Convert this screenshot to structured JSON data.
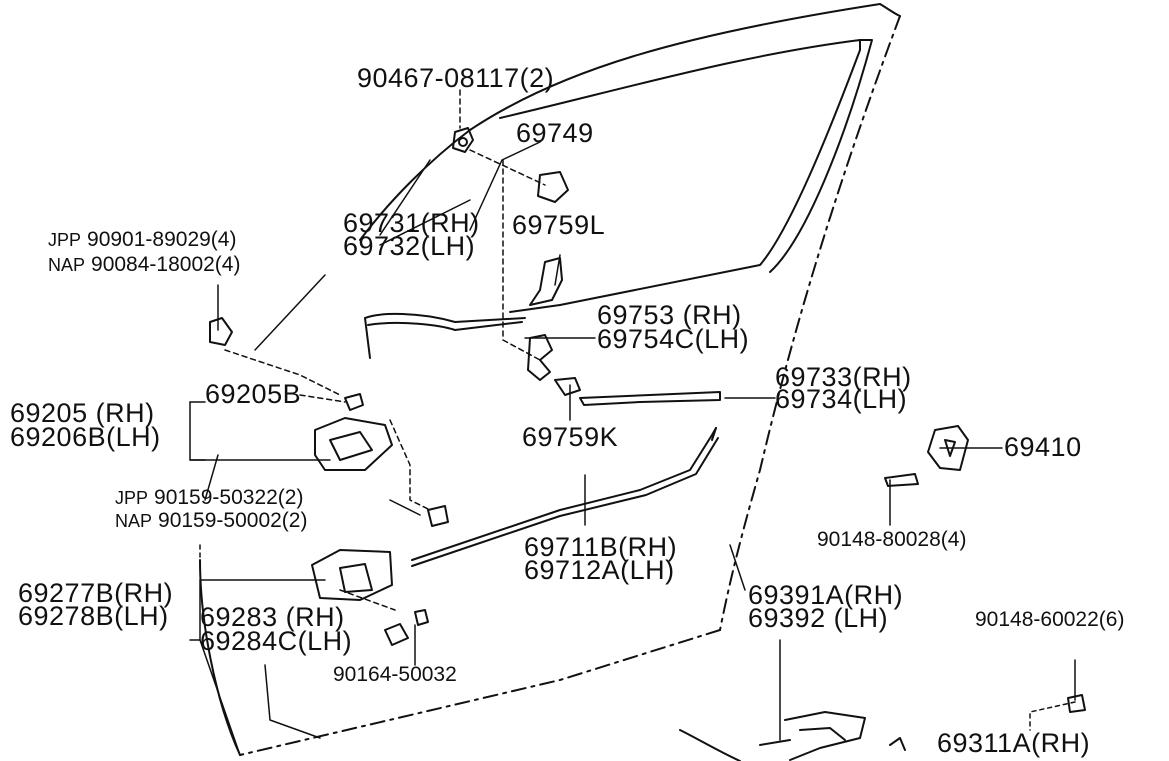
{
  "parts": {
    "bolt_top": "90467-08117(2)",
    "part_69749": "69749",
    "rod_top_rh": "69731(RH)",
    "rod_top_lh": "69732(LH)",
    "part_69759l": "69759L",
    "screw_jpp_prefix": "JPP",
    "screw_jpp": "90901-89029(4)",
    "screw_nap_prefix": "NAP",
    "screw_nap": "90084-18002(4)",
    "lock_rh": "69753 (RH)",
    "lock_lh": "69754C(LH)",
    "part_69205b": "69205B",
    "handle_rh": "69205 (RH)",
    "handle_lh": "69206B(LH)",
    "rod_mid_rh": "69733(RH)",
    "rod_mid_lh": "69734(LH)",
    "part_69759k": "69759K",
    "striker": "69410",
    "bolt_jpp_prefix": "JPP",
    "bolt_jpp": "90159-50322(2)",
    "bolt_nap_prefix": "NAP",
    "bolt_nap": "90159-50002(2)",
    "striker_screw": "90148-80028(4)",
    "rod_low_rh": "69711B(RH)",
    "rod_low_lh": "69712A(LH)",
    "inner_handle_rh": "69277B(RH)",
    "inner_handle_lh": "69278B(LH)",
    "bezel_rh": "69283 (RH)",
    "bezel_lh": "69284C(LH)",
    "latch_rh": "69391A(RH)",
    "latch_lh": "69392 (LH)",
    "latch_screw": "90148-60022(6)",
    "screw_bezel": "90164-50032",
    "outer_rh": "69311A(RH)"
  }
}
